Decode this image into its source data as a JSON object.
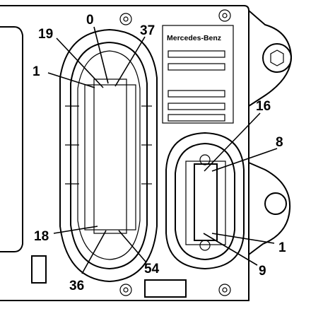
{
  "brand": "Mercedes-Benz",
  "main_connector_labels": {
    "pin_0": "0",
    "pin_1": "1",
    "pin_18": "18",
    "pin_19": "19",
    "pin_36": "36",
    "pin_37": "37",
    "pin_54": "54"
  },
  "small_connector_labels": {
    "pin_1": "1",
    "pin_8": "8",
    "pin_9": "9",
    "pin_16": "16"
  }
}
